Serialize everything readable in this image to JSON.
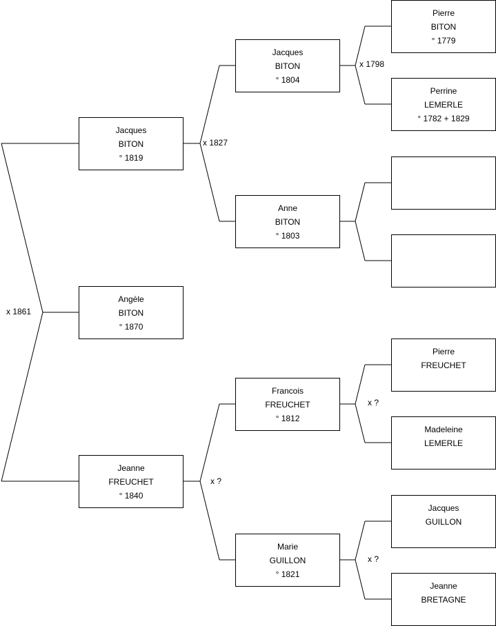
{
  "persons": {
    "angele": {
      "first": "Angèle",
      "last": "BITON",
      "dates": "° 1870"
    },
    "jacques1": {
      "first": "Jacques",
      "last": "BITON",
      "dates": "° 1819"
    },
    "jeanne1": {
      "first": "Jeanne",
      "last": "FREUCHET",
      "dates": "° 1840"
    },
    "jacques2": {
      "first": "Jacques",
      "last": "BITON",
      "dates": "° 1804"
    },
    "anne": {
      "first": "Anne",
      "last": "BITON",
      "dates": "° 1803"
    },
    "francois": {
      "first": "Francois",
      "last": "FREUCHET",
      "dates": "° 1812"
    },
    "marie": {
      "first": "Marie",
      "last": "GUILLON",
      "dates": "° 1821"
    },
    "pierre1": {
      "first": "Pierre",
      "last": "BITON",
      "dates": "° 1779"
    },
    "perrine": {
      "first": "Perrine",
      "last": "LEMERLE",
      "dates": "° 1782 + 1829"
    },
    "empty1": {
      "first": "",
      "last": "",
      "dates": ""
    },
    "empty2": {
      "first": "",
      "last": "",
      "dates": ""
    },
    "pierre2": {
      "first": "Pierre",
      "last": "FREUCHET",
      "dates": ""
    },
    "madeleine": {
      "first": "Madeleine",
      "last": "LEMERLE",
      "dates": ""
    },
    "jacques3": {
      "first": "Jacques",
      "last": "GUILLON",
      "dates": ""
    },
    "jeanne2": {
      "first": "Jeanne",
      "last": "BRETAGNE",
      "dates": ""
    }
  },
  "marriages": {
    "m1861": "x 1861",
    "m1827": "x 1827",
    "m_jeanne": "x ?",
    "m1798": "x 1798",
    "m_francois": "x ?",
    "m_marie": "x ?"
  }
}
